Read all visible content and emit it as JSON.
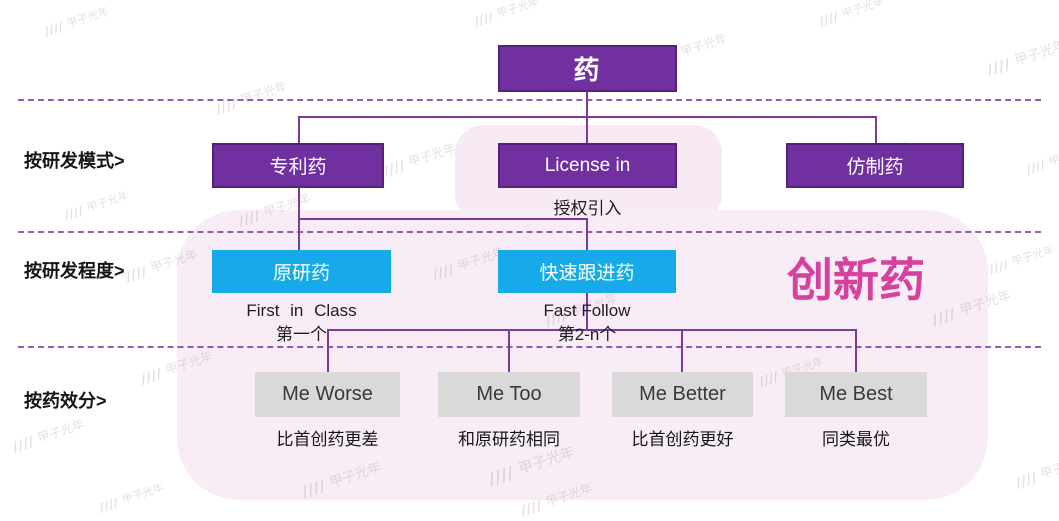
{
  "tree": {
    "root": "药",
    "row1": {
      "label": "按研发模式>",
      "patent": "专利药",
      "license": "License in",
      "license_sub": "授权引入",
      "generic": "仿制药"
    },
    "row2": {
      "label": "按研发程度>",
      "original": "原研药",
      "original_en": "First in Class",
      "original_cn": "第一个",
      "fast": "快速跟进药",
      "fast_en": "Fast Follow",
      "fast_cn": "第2-n个",
      "annotation": "创新药"
    },
    "row3": {
      "label": "按药效分>",
      "items": [
        {
          "name": "Me Worse",
          "caption": "比首创药更差"
        },
        {
          "name": "Me Too",
          "caption": "和原研药相同"
        },
        {
          "name": "Me Better",
          "caption": "比首创药更好"
        },
        {
          "name": "Me Best",
          "caption": "同类最优"
        }
      ]
    }
  },
  "watermark_text": "甲子光年",
  "colors": {
    "node_purple": "#7030A0",
    "node_cyan": "#16ABE8",
    "node_gray": "#D9D9D9",
    "annotation_magenta": "#D6409E",
    "line_purple": "#7D3A9D",
    "blob_pink": "#F8EDF6"
  }
}
